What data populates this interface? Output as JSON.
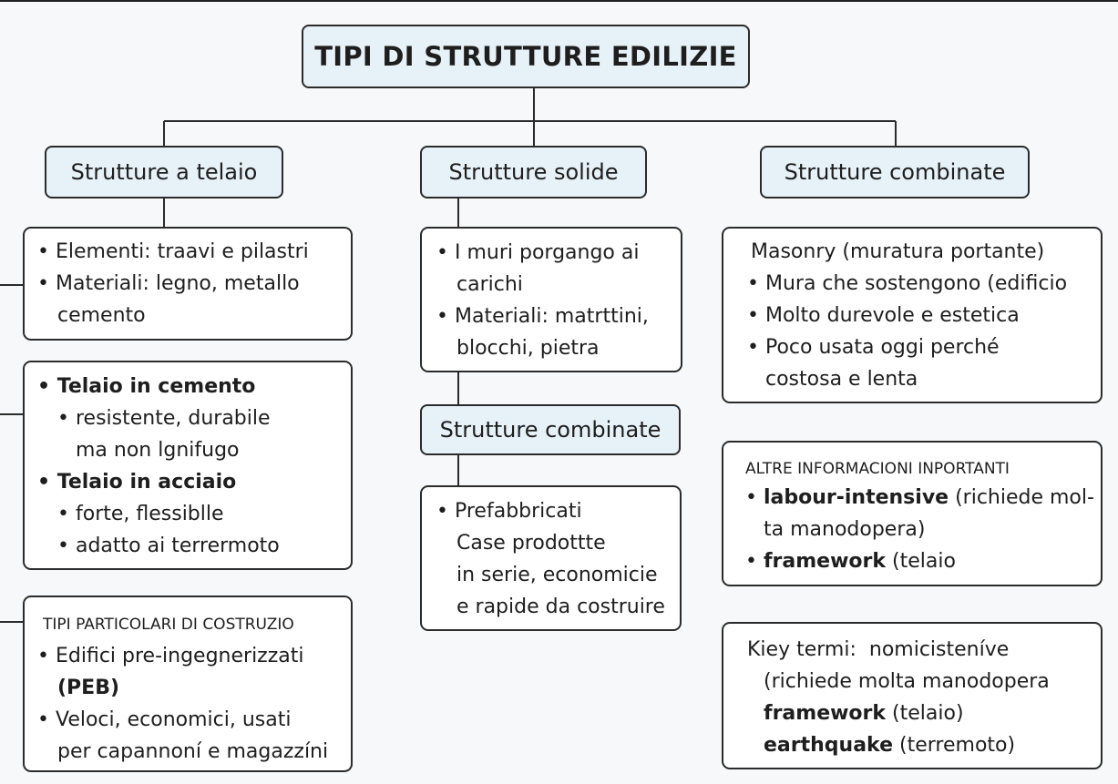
{
  "title": "TIPI DI STRUTTURE EDILIZIE",
  "headers": {
    "telaio": "Strutture a telaio",
    "solide": "Strutture solide",
    "combinate": "Strutture combinate",
    "combinate_mid": "Strutture combinate"
  },
  "telaio_basics": {
    "item1": "Elementi: traavi e pilastri",
    "item2a": "Materiali: legno, metallo",
    "item2b": "cemento"
  },
  "telaio_types": {
    "item1_title": "Telaio in cemento",
    "item1_sub1": "resistente, durabile",
    "item1_sub1b": "ma non lgnifugo",
    "item2_title": "Telaio in acciaio",
    "item2_sub1": "forte, flessiblle",
    "item2_sub2": "adatto ai terrermoto"
  },
  "special": {
    "heading": "TIPI PARTICOLARI DI COSTRUZIO",
    "item1a": "Edifici pre-ingegnerizzati",
    "item1b": "(PEB)",
    "item2a": "Veloci, economici, usati",
    "item2b": "per capannoní e magazzíni"
  },
  "solide": {
    "item1a": "I muri porgango ai",
    "item1b": "carichi",
    "item2a": "Materiali: matrttini,",
    "item2b": "blocchi, pietra"
  },
  "combinate_mid_box": {
    "item1_title": "Prefabbricati",
    "line2": "Case prodottte",
    "line3": "in serie, economicie",
    "line4": "e rapide da costruire"
  },
  "masonry": {
    "title_bold": "Masonry",
    "title_rest": "(muratura portante)",
    "item1": "Mura che sostengono (edificio",
    "item2": "Molto durevole e estetica",
    "item3a": "Poco usata oggi perché",
    "item3b": "costosa e lenta"
  },
  "altre": {
    "heading": "ALTRE INFORMACIONI INPORTANTI",
    "item1_bold": "labour-intensive",
    "item1_rest": "(richiede mol-",
    "item1b": "ta manodopera)",
    "item2_bold": "framework",
    "item2_rest": "(telaio"
  },
  "key": {
    "label": "Kiey termi:",
    "label_rest": "nomicisteníve",
    "line2": "(richiede molta manodopera",
    "line3_bold": "framework",
    "line3_rest": "(telaio)",
    "line4_bold": "earthquake",
    "line4_rest": "(terremoto)"
  },
  "bullet": "•"
}
